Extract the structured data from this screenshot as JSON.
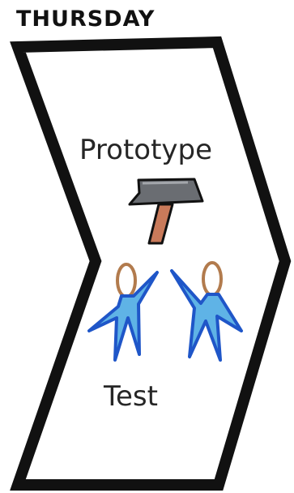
{
  "day_label": "THURSDAY",
  "stage_title": "Prototype",
  "stage_subtitle": "Test",
  "icons": {
    "tool": "hammer-icon",
    "people": [
      "tester-figure-icon",
      "tester-figure-icon"
    ]
  },
  "colors": {
    "outline": "#111111",
    "hammer_head": "#6a6d72",
    "hammer_handle": "#c97a5a",
    "figure_body": "#5fb3e6",
    "figure_outline": "#1f56c8",
    "figure_head": "#b27b4d"
  }
}
